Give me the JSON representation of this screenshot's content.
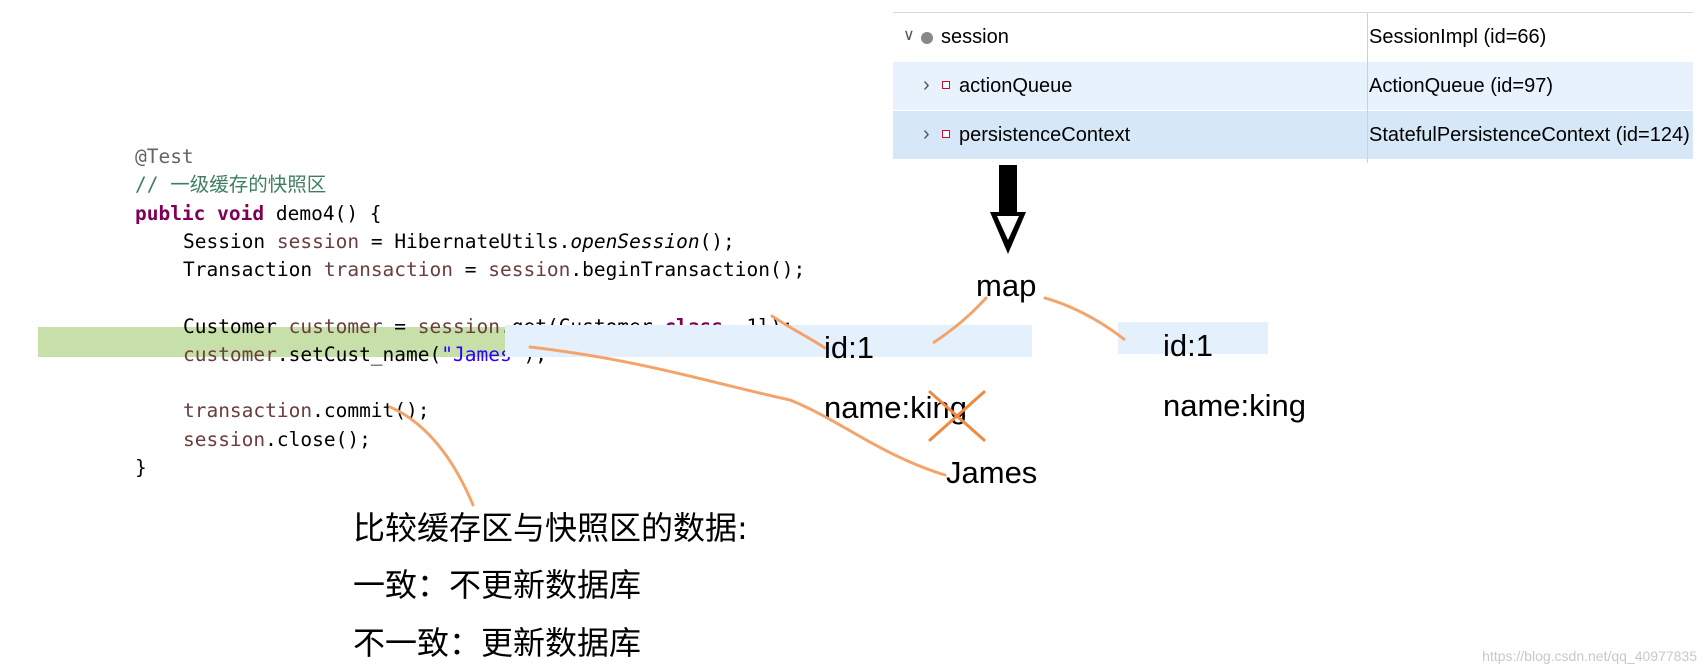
{
  "code": {
    "annotation": "@Test",
    "comment": "// 一级缓存的快照区",
    "signature": {
      "kw1": "public",
      "kw2": "void",
      "rest": " demo4() {"
    },
    "line_session": {
      "type": "Session",
      "var": "session",
      "eq": " = HibernateUtils.",
      "method": "openSession",
      "end": "();"
    },
    "line_tx": {
      "type": "Transaction",
      "var": "transaction",
      "eq": " = ",
      "obj": "session",
      "end": ".beginTransaction();"
    },
    "line_get": {
      "type": "Customer",
      "var": "customer",
      "eq": " = ",
      "obj": "session",
      "mid": ".get(Customer.",
      "kw": "class",
      "end": ", 1l);"
    },
    "line_set": {
      "obj": "customer",
      "mid": ".setCust_name(",
      "str": "\"James\"",
      "end": ");"
    },
    "line_commit": {
      "obj": "transaction",
      "end": ".commit();"
    },
    "line_close": {
      "obj": "session",
      "end": ".close();"
    },
    "close_brace": "}"
  },
  "debugger": {
    "rows": [
      {
        "name": "session",
        "value": "SessionImpl  (id=66)"
      },
      {
        "name": "actionQueue",
        "value": "ActionQueue  (id=97)"
      },
      {
        "name": "persistenceContext",
        "value": "StatefulPersistenceContext  (id=124)"
      }
    ],
    "expand_open": "∨",
    "expand_closed": "›"
  },
  "diagram": {
    "map_label": "map",
    "cache": {
      "id": "id:1",
      "name": "name:king",
      "new_value": "James"
    },
    "snapshot": {
      "id": "id:1",
      "name": "name:king"
    }
  },
  "notes": [
    "比较缓存区与快照区的数据:",
    "一致：不更新数据库",
    "不一致：更新数据库"
  ],
  "watermark": "https://blog.csdn.net/qq_40977835",
  "colors": {
    "highlight_line": "#c7dfa8",
    "selected_row": "#d6e8f8",
    "band": "#e4f0fb",
    "annotation_stroke": "#f4a46a",
    "cross": "#f08a40"
  }
}
